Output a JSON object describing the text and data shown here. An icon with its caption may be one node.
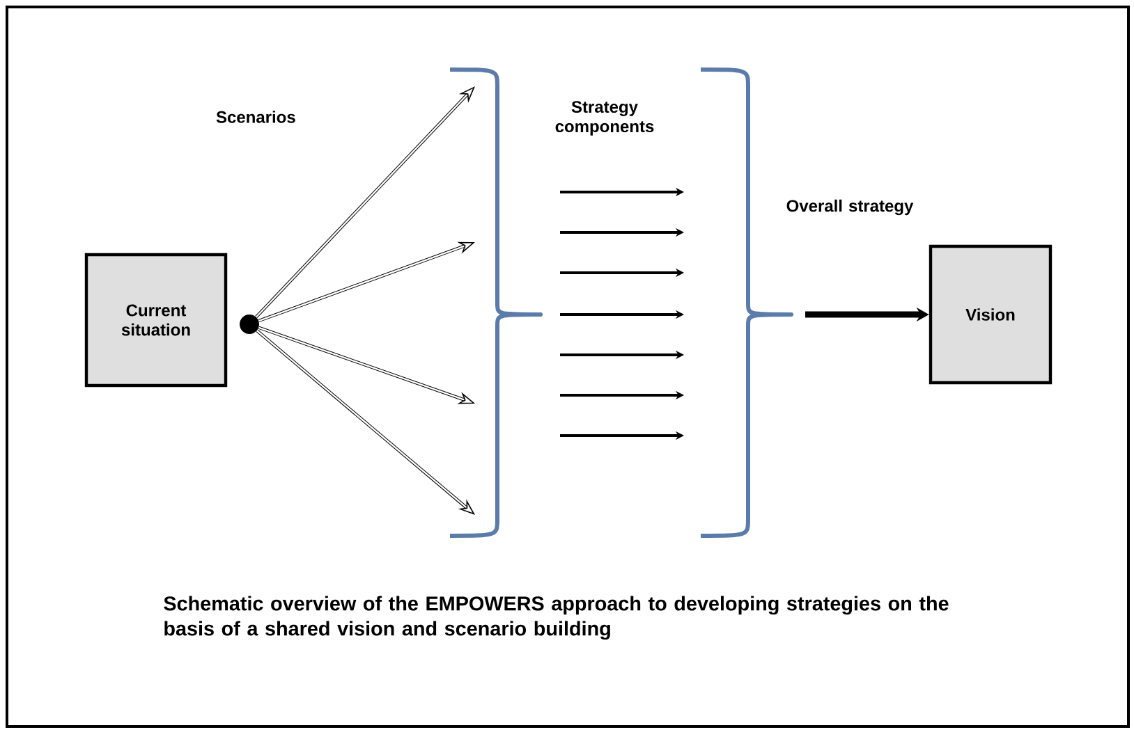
{
  "diagram": {
    "caption": "Schematic overview of the EMPOWERS approach to developing strategies on the basis of a shared vision and scenario building",
    "nodes": [
      {
        "text": [
          "Current situation"
        ]
      },
      {
        "text": [],
        "shape": "circle"
      },
      {
        "text": [
          "Vision"
        ]
      }
    ],
    "edges": [
      {
        "from": 1,
        "to": null,
        "arrow": "to"
      },
      {
        "from": 1,
        "to": null,
        "arrow": "to"
      },
      {
        "from": 1,
        "to": null,
        "arrow": "to"
      },
      {
        "from": 1,
        "to": null,
        "arrow": "to"
      },
      {
        "from": null,
        "to": 2,
        "arrow": "to",
        "style": "thick"
      }
    ],
    "labels": [
      "Scenarios",
      "Strategy components",
      "Overall strategy"
    ]
  }
}
